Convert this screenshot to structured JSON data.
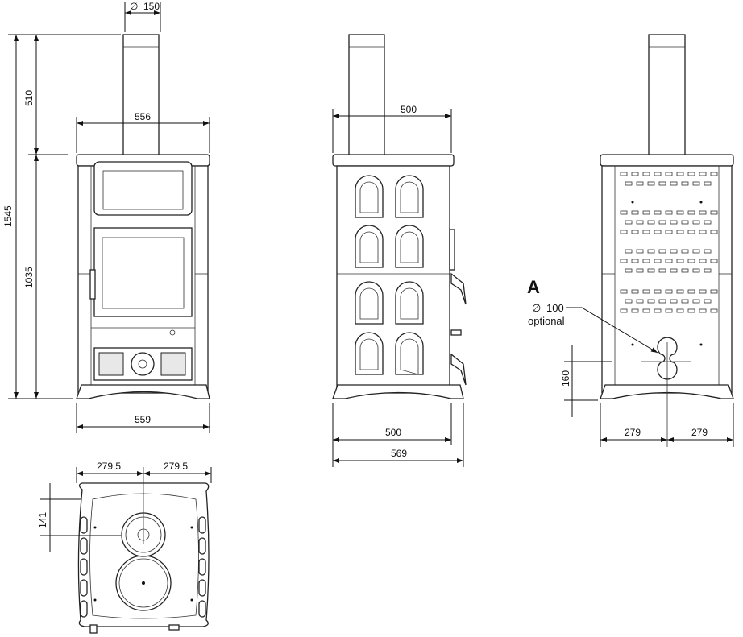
{
  "front_view": {
    "flue_diameter_symbol": "∅",
    "flue_diameter": "150",
    "total_height": "1545",
    "flue_height": "510",
    "body_height": "1035",
    "top_width": "556",
    "base_width": "559"
  },
  "side_view": {
    "top_depth": "500",
    "base_depth": "500",
    "total_depth": "569"
  },
  "back_view": {
    "detail_label": "A",
    "outlet_symbol": "∅",
    "outlet_diameter": "100",
    "outlet_note": "optional",
    "outlet_height": "160",
    "left_offset": "279",
    "right_offset": "279"
  },
  "top_view": {
    "left_half": "279.5",
    "right_half": "279.5",
    "flue_offset": "141"
  },
  "colors": {
    "line": "#111111",
    "panel": "#e8e8e8"
  }
}
